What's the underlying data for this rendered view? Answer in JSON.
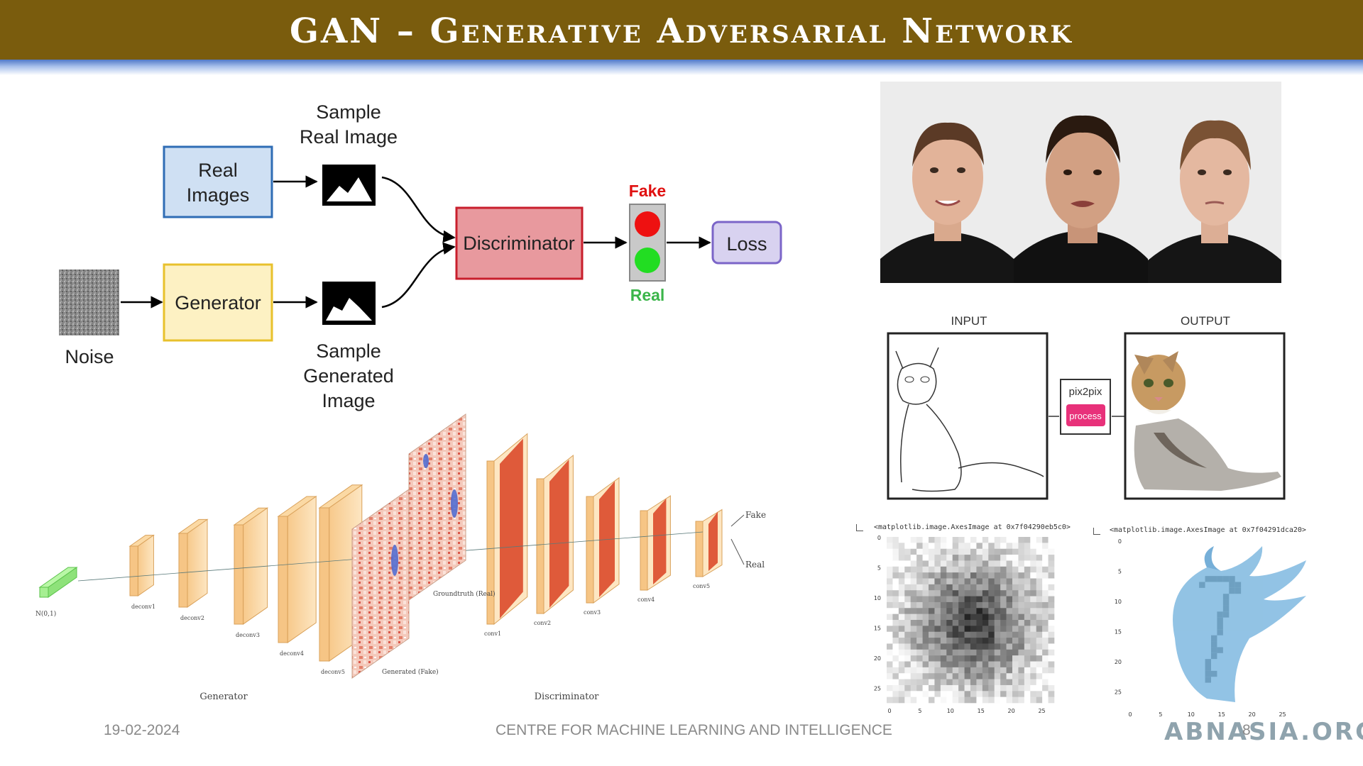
{
  "title": "GAN – Generative Adversarial Network",
  "flow": {
    "real_images": [
      "Real",
      "Images"
    ],
    "sample_real": [
      "Sample",
      "Real Image"
    ],
    "noise": "Noise",
    "generator": "Generator",
    "sample_generated": [
      "Sample",
      "Generated",
      "Image"
    ],
    "discriminator": "Discriminator",
    "fake": "Fake",
    "real": "Real",
    "loss": "Loss"
  },
  "pix2pix": {
    "input_label": "INPUT",
    "output_label": "OUTPUT",
    "box_label": "pix2pix",
    "button_label": "process"
  },
  "architecture": {
    "input_label": "N(0,1)",
    "generator_label": "Generator",
    "discriminator_label": "Discriminator",
    "deconv_labels": [
      "deconv1",
      "deconv2",
      "deconv3",
      "deconv4",
      "deconv5"
    ],
    "conv_labels": [
      "conv1",
      "conv2",
      "conv3",
      "conv4",
      "conv5"
    ],
    "groundtruth_label": "Groundtruth (Real)",
    "generated_label": "Generated (Fake)",
    "fake_out": "Fake",
    "real_out": "Real"
  },
  "matplotlib": {
    "caption_left": "<matplotlib.image.AxesImage at 0x7f04290eb5c0>",
    "caption_right": "<matplotlib.image.AxesImage at 0x7f04291dca20>",
    "y_ticks": [
      "0",
      "5",
      "10",
      "15",
      "20",
      "25"
    ],
    "x_ticks": [
      "0",
      "5",
      "10",
      "15",
      "20",
      "25"
    ]
  },
  "footer": {
    "date": "19-02-2024",
    "org": "CENTRE FOR MACHINE LEARNING AND INTELLIGENCE",
    "page": "8"
  },
  "watermark": "ABNASIA.ORG",
  "colors": {
    "banner": "#7a5c0d",
    "real_box": "#cfe0f3",
    "generator_box": "#fdf1c3",
    "discriminator_box": "#e8999e",
    "loss_box": "#d8d2f0",
    "fake_red": "#e01010",
    "real_green": "#3bb54a"
  }
}
